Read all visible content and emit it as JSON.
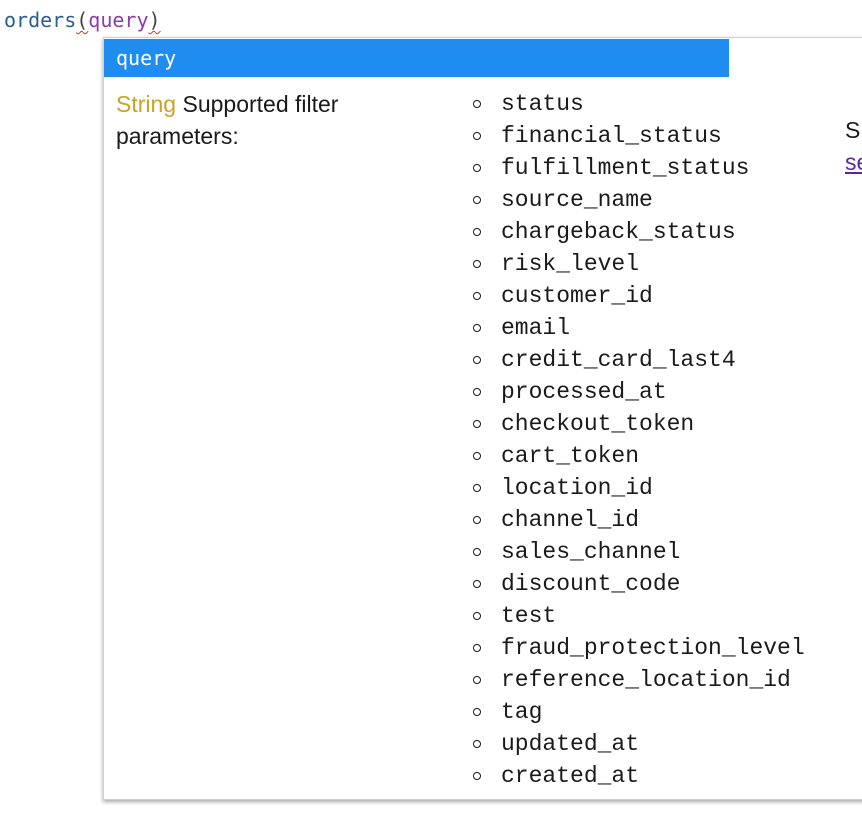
{
  "editor": {
    "function_name": "orders",
    "open_paren": "(",
    "param": "query",
    "close_paren": ")"
  },
  "popup": {
    "header_label": "query",
    "type_label": "String",
    "description": " Supported filter parameters:",
    "params": [
      "status",
      "financial_status",
      "fulfillment_status",
      "source_name",
      "chargeback_status",
      "risk_level",
      "customer_id",
      "email",
      "credit_card_last4",
      "processed_at",
      "checkout_token",
      "cart_token",
      "location_id",
      "channel_id",
      "sales_channel",
      "discount_code",
      "test",
      "fraud_protection_level",
      "reference_location_id",
      "tag",
      "updated_at",
      "created_at"
    ],
    "truncated_text": "S",
    "truncated_link": "se"
  },
  "colors": {
    "header_bg": "#1f8cf0",
    "type_label": "#c9a227",
    "param_token": "#8a3ea6",
    "function_token": "#2b5d8f",
    "link": "#5a2a9c"
  }
}
